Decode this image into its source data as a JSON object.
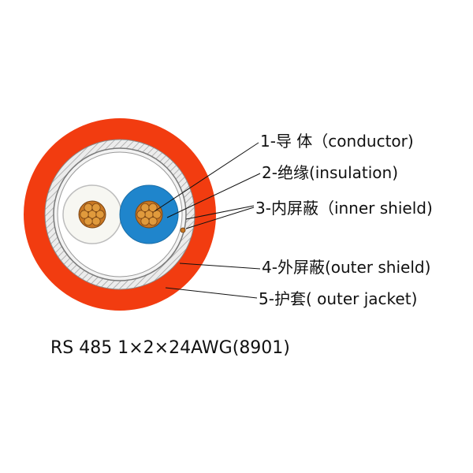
{
  "colors": {
    "outer_jacket": "#f23c10",
    "shield_layer": "#e6e6e6",
    "inner_shield_line": "#8a8a8a",
    "insulation_white": "#f7f7f2",
    "insulation_blue": "#1f85cc",
    "conductor_fill": "#c97722",
    "conductor_strand": "#e09a3c"
  },
  "labels": [
    {
      "id": "conductor",
      "text": "1-导 体（conductor)"
    },
    {
      "id": "insulation",
      "text": "2-绝缘(insulation)"
    },
    {
      "id": "inner_shield",
      "text": "3-内屏蔽（inner shield)"
    },
    {
      "id": "outer_shield",
      "text": "4-外屏蔽(outer shield)"
    },
    {
      "id": "outer_jacket",
      "text": "5-护套( outer jacket)"
    }
  ],
  "caption": "RS 485  1×2×24AWG(8901)"
}
